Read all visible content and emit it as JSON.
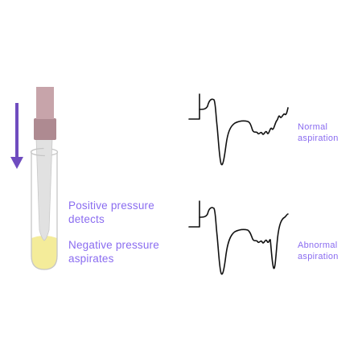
{
  "labels": {
    "positive_line1": "Positive pressure",
    "positive_line2": "detects",
    "negative_line1": "Negative pressure",
    "negative_line2": "aspirates",
    "normal_line1": "Normal",
    "normal_line2": "aspiration",
    "abnormal_line1": "Abnormal",
    "abnormal_line2": "aspiration"
  },
  "colors": {
    "accent_text": "#8a6cf0",
    "arrow": "#6f4cbf",
    "tip_top": "#c7a4aa",
    "tip_collar": "#ae8a91",
    "tube_outline": "#c6c6c6",
    "probe": "#e1e1e1",
    "liquid": "#f4ec9a",
    "trace": "#111111"
  },
  "icons": {
    "arrow": "down-arrow-icon",
    "test_tube": "test-tube-icon",
    "pipette": "pipette-tip-icon"
  }
}
